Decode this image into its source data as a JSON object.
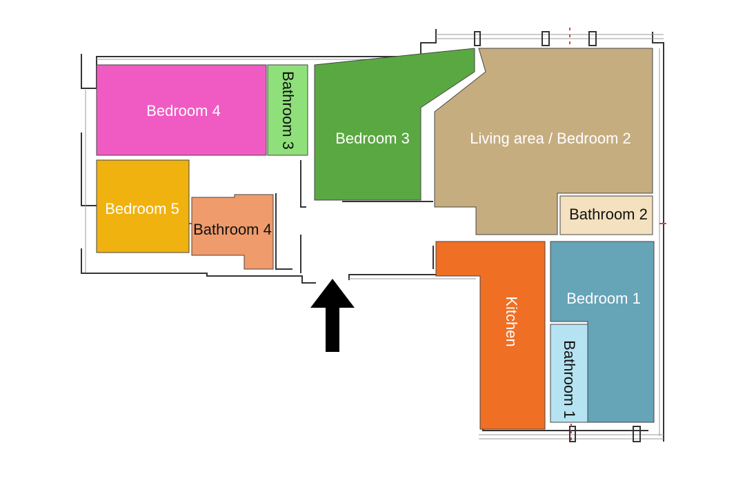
{
  "plan": {
    "rooms": [
      {
        "id": "bedroom-4",
        "label": "Bedroom 4",
        "color": "#f05bc3",
        "text_color": "#ffffff"
      },
      {
        "id": "bathroom-3",
        "label": "Bathroom 3",
        "color": "#8fe07a",
        "text_color": "#111111"
      },
      {
        "id": "bedroom-3",
        "label": "Bedroom 3",
        "color": "#5aa841",
        "text_color": "#ffffff"
      },
      {
        "id": "living-bedroom-2",
        "label": "Living area / Bedroom 2",
        "color": "#c6ad80",
        "text_color": "#ffffff"
      },
      {
        "id": "bathroom-2",
        "label": "Bathroom 2",
        "color": "#f3e1bf",
        "text_color": "#111111"
      },
      {
        "id": "bedroom-5",
        "label": "Bedroom 5",
        "color": "#f0b20f",
        "text_color": "#ffffff"
      },
      {
        "id": "bathroom-4",
        "label": "Bathroom 4",
        "color": "#ef9b6c",
        "text_color": "#111111"
      },
      {
        "id": "kitchen",
        "label": "Kitchen",
        "color": "#ef6f24",
        "text_color": "#ffffff"
      },
      {
        "id": "bedroom-1",
        "label": "Bedroom 1",
        "color": "#66a4b8",
        "text_color": "#ffffff"
      },
      {
        "id": "bathroom-1",
        "label": "Bathroom 1",
        "color": "#b6e3f2",
        "text_color": "#111111"
      }
    ],
    "entrance_icon": "arrow-up-icon"
  }
}
